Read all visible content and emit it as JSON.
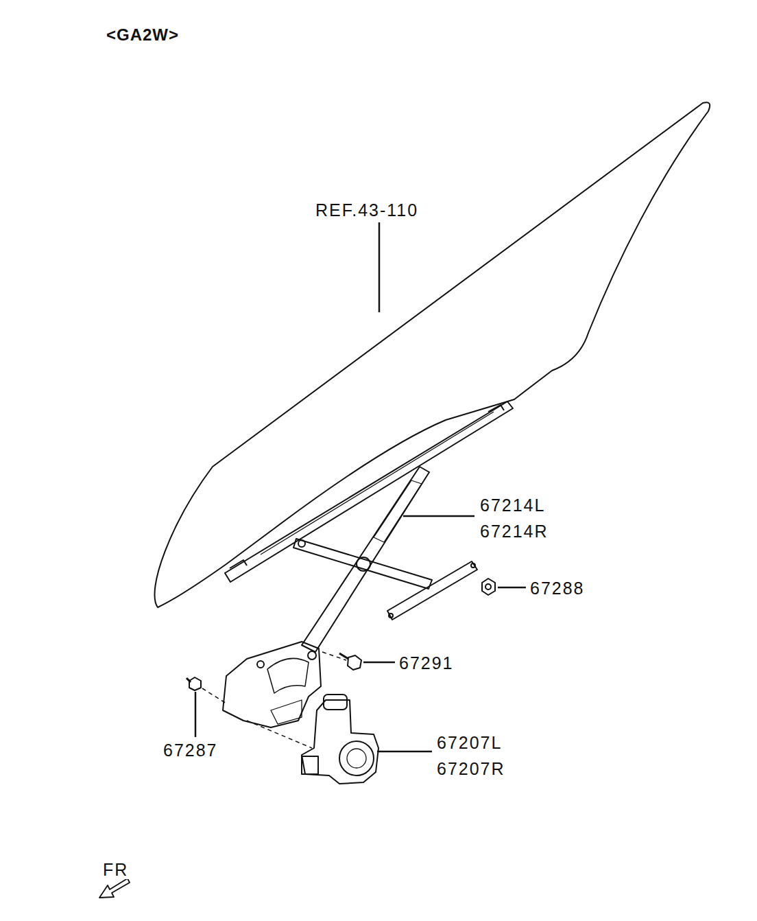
{
  "diagram": {
    "title": "<GA2W>",
    "labels": [
      "REF.43-110",
      "67214L",
      "67214R",
      "67288",
      "67291",
      "67287",
      "67207L",
      "67207R",
      "FR"
    ]
  }
}
